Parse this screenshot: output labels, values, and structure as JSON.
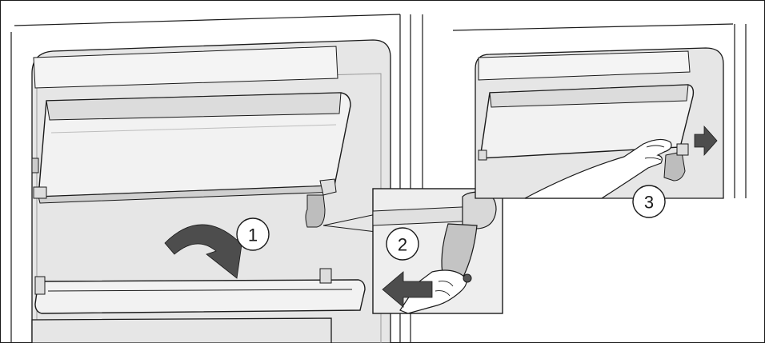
{
  "steps": {
    "step1": "1",
    "step2": "2",
    "step3": "3"
  },
  "colors": {
    "outline": "#1a1a1a",
    "panel_fill": "#e6e6e6",
    "lid_fill": "#f2f2f2",
    "shade": "#c8c8c8",
    "arrow": "#4d4d4d"
  },
  "icons": [
    "curved-arrow-icon",
    "left-arrow-icon",
    "right-arrow-icon",
    "hand-icon"
  ]
}
